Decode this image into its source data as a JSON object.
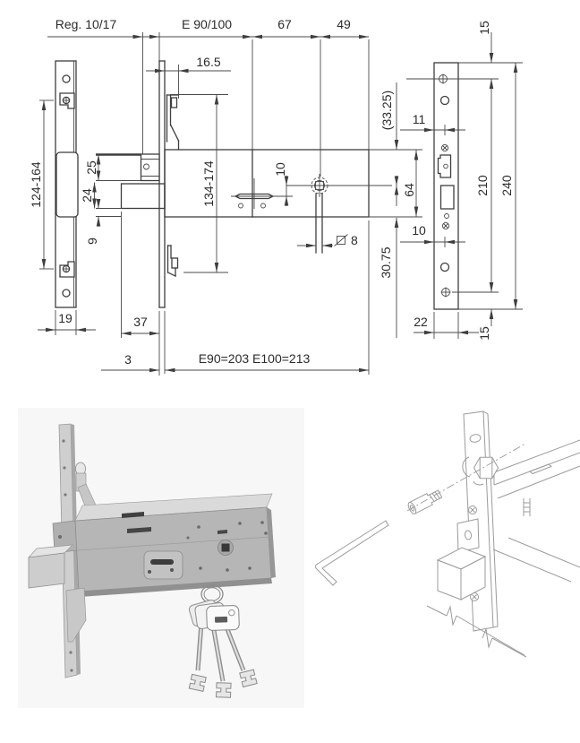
{
  "figure": {
    "description": "Dimensioned technical drawing of a double-bit mortice deviator lock with product photo, keys and installation sketch",
    "colors": {
      "drawing_line": "#3e3e3e",
      "text": "#2b2b2b",
      "photo_background": "#f7f7f7",
      "metal_light": "#dadada",
      "metal_mid": "#b6b6b6",
      "metal_dark": "#909090",
      "sketch_line": "#9b9b9b"
    }
  },
  "drawing": {
    "top_dimensions": {
      "adjustment": "Reg. 10/17",
      "entry": "E 90/100",
      "cylinder_to_spindle": "67",
      "spindle_to_back": "49"
    },
    "left_plate": {
      "slide_range": "124-164",
      "width": "19"
    },
    "lock_body": {
      "hook_offset": "16.5",
      "block_height": "25",
      "step_height": "24",
      "foot_height": "9",
      "hook_span": "134-174",
      "spindle_to_key": "10",
      "spindle_square": "8",
      "rod_offset": "37",
      "faceplate_thickness": "3",
      "backset": "E90=203 E100=213",
      "top_to_spindle": "(33.25)",
      "body_height": "64",
      "spindle_to_bottom": "30.75"
    },
    "right_plate": {
      "top_to_screw": "15",
      "latch_width": "11",
      "hook_width": "10",
      "screw_span": "210",
      "total_height": "240",
      "plate_width": "22",
      "screw_to_bottom": "15"
    }
  }
}
